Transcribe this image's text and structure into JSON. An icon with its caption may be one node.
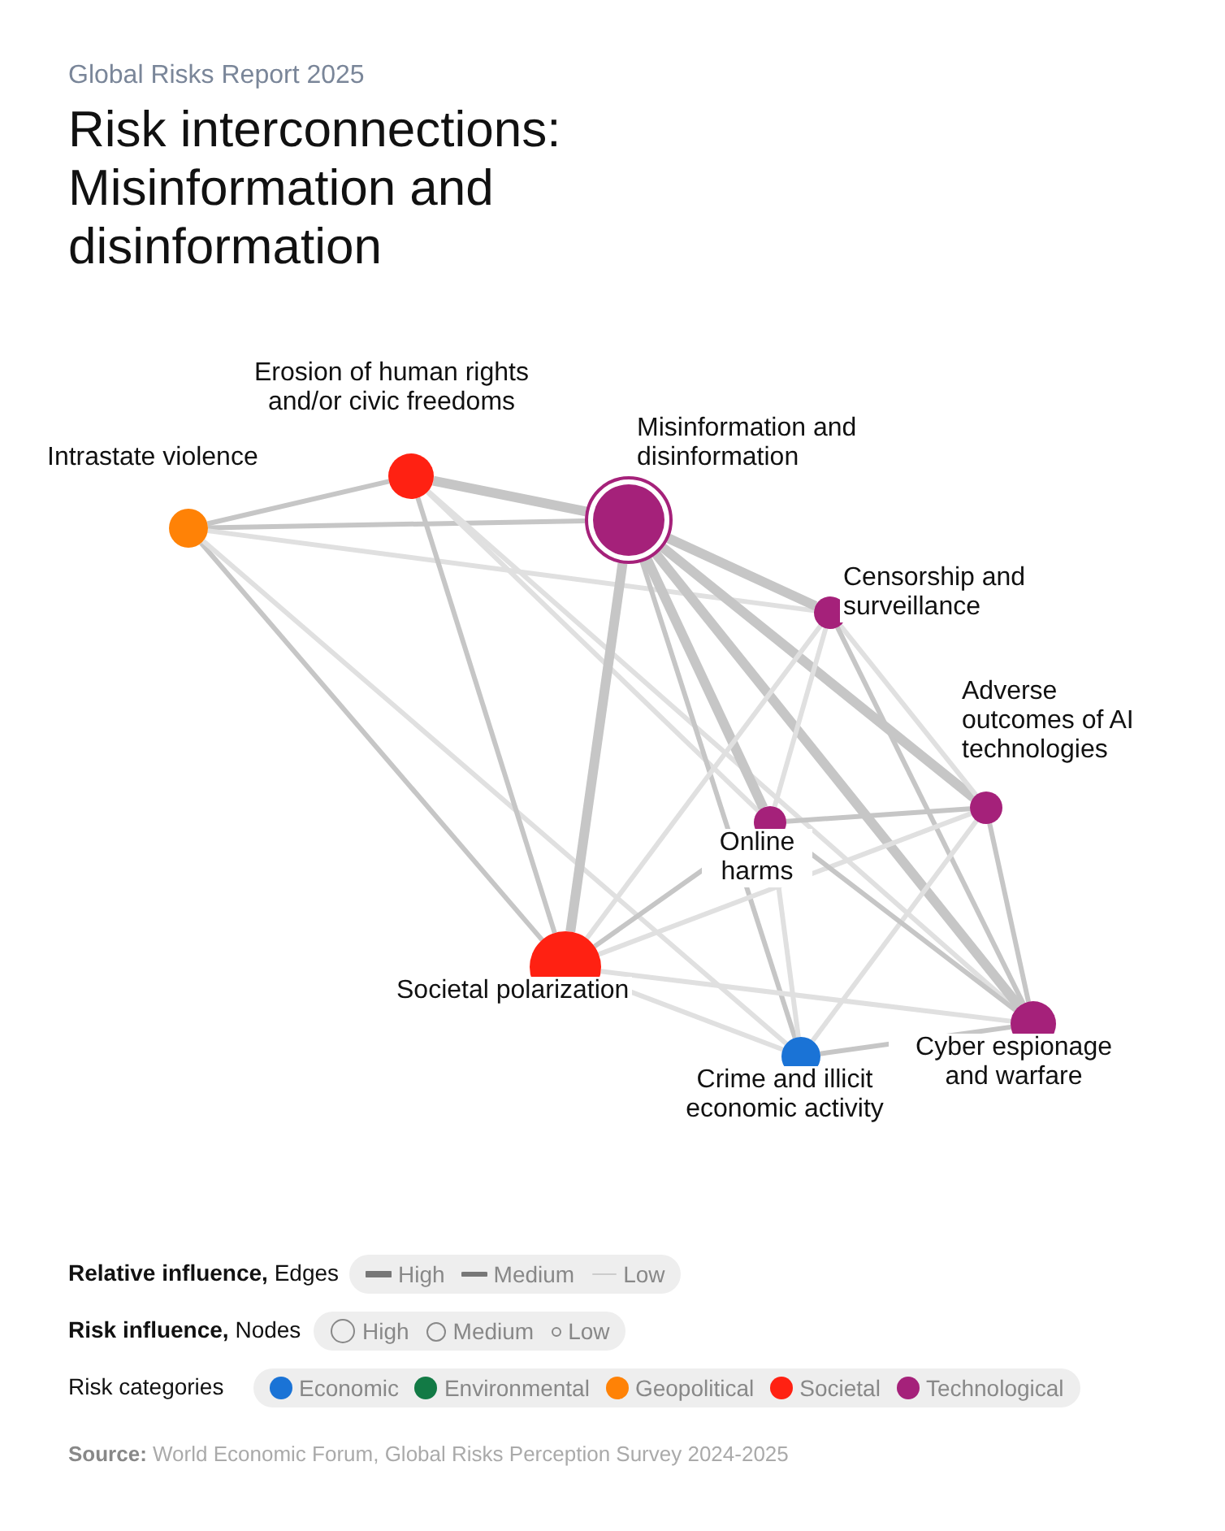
{
  "diagram": {
    "title": "Risk interconnections: Misinformation and disinformation",
    "caption": "**Source:** World Economic Forum, Global Risks Perception Survey 2024-2025",
    "nodes": [
      {
        "text": [],
        "shape": "circle",
        "beside": [
          "Erosion of human rights and/or civic freedoms"
        ]
      },
      {
        "text": [],
        "shape": "circle",
        "beside": [
          "Intrastate violence"
        ]
      },
      {
        "text": [],
        "shape": "circle",
        "beside": [
          "Misinformation and disinformation"
        ]
      },
      {
        "text": [],
        "shape": "circle",
        "beside": [
          "Censorship and surveillance"
        ]
      },
      {
        "text": [],
        "shape": "circle",
        "beside": [
          "Adverse outcomes of AI technologies"
        ]
      },
      {
        "text": [],
        "shape": "circle",
        "beside": [
          "Online harms"
        ]
      },
      {
        "text": [],
        "shape": "circle",
        "beside": [
          "Societal polarization"
        ]
      },
      {
        "text": [],
        "shape": "circle",
        "beside": [
          "Crime and illicit economic activity"
        ]
      },
      {
        "text": [],
        "shape": "circle",
        "beside": [
          "Cyber espionage and warfare"
        ]
      }
    ],
    "edges": [
      {
        "from": 1,
        "to": 0,
        "arrow": "none"
      },
      {
        "from": 1,
        "to": 2,
        "arrow": "none"
      },
      {
        "from": 1,
        "to": 3,
        "arrow": "none",
        "color": "#e0e0e0"
      },
      {
        "from": 1,
        "to": 6,
        "arrow": "none"
      },
      {
        "from": 1,
        "to": 7,
        "arrow": "none",
        "color": "#e0e0e0"
      },
      {
        "from": 0,
        "to": 2,
        "arrow": "none",
        "style": "thick"
      },
      {
        "from": 0,
        "to": 6,
        "arrow": "none"
      },
      {
        "from": 0,
        "to": 5,
        "arrow": "none",
        "color": "#e0e0e0"
      },
      {
        "from": 0,
        "to": 8,
        "arrow": "none",
        "color": "#e0e0e0"
      },
      {
        "from": 2,
        "to": 3,
        "arrow": "none",
        "style": "thick"
      },
      {
        "from": 2,
        "to": 4,
        "arrow": "none",
        "style": "thick"
      },
      {
        "from": 2,
        "to": 5,
        "arrow": "none",
        "style": "thick"
      },
      {
        "from": 2,
        "to": 8,
        "arrow": "none",
        "style": "thick"
      },
      {
        "from": 2,
        "to": 6,
        "arrow": "none",
        "style": "thick"
      },
      {
        "from": 2,
        "to": 7,
        "arrow": "none"
      },
      {
        "from": 3,
        "to": 4,
        "arrow": "none",
        "color": "#e0e0e0"
      },
      {
        "from": 3,
        "to": 8,
        "arrow": "none"
      },
      {
        "from": 3,
        "to": 5,
        "arrow": "none",
        "color": "#e0e0e0"
      },
      {
        "from": 3,
        "to": 6,
        "arrow": "none",
        "color": "#e0e0e0"
      },
      {
        "from": 5,
        "to": 4,
        "arrow": "none"
      },
      {
        "from": 4,
        "to": 8,
        "arrow": "none"
      },
      {
        "from": 6,
        "to": 4,
        "arrow": "none",
        "color": "#e0e0e0"
      },
      {
        "from": 7,
        "to": 4,
        "arrow": "none",
        "color": "#e0e0e0"
      },
      {
        "from": 6,
        "to": 5,
        "arrow": "none"
      },
      {
        "from": 5,
        "to": 8,
        "arrow": "none"
      },
      {
        "from": 5,
        "to": 7,
        "arrow": "none",
        "color": "#e0e0e0"
      },
      {
        "from": 6,
        "to": 8,
        "arrow": "none",
        "color": "#e0e0e0"
      },
      {
        "from": 6,
        "to": 7,
        "arrow": "none",
        "color": "#e0e0e0"
      },
      {
        "from": 7,
        "to": 8,
        "arrow": "none"
      }
    ],
    "labels": [
      "Global Risks Report 2025",
      "**Relative influence,** Edges",
      "**Risk influence,** Nodes",
      "Risk categories"
    ],
    "legend": [
      {
        "text": "High"
      },
      {
        "text": "Medium"
      },
      {
        "text": "Low"
      },
      {
        "text": "High"
      },
      {
        "text": "Medium"
      },
      {
        "text": "Low"
      },
      {
        "text": "Economic",
        "color": "#1a73d6"
      },
      {
        "text": "Environmental",
        "color": "#127a45"
      },
      {
        "text": "Geopolitical",
        "color": "#ff8206"
      },
      {
        "text": "Societal",
        "color": "#ff2112"
      },
      {
        "text": "Technological",
        "color": "#a5217a"
      }
    ]
  }
}
